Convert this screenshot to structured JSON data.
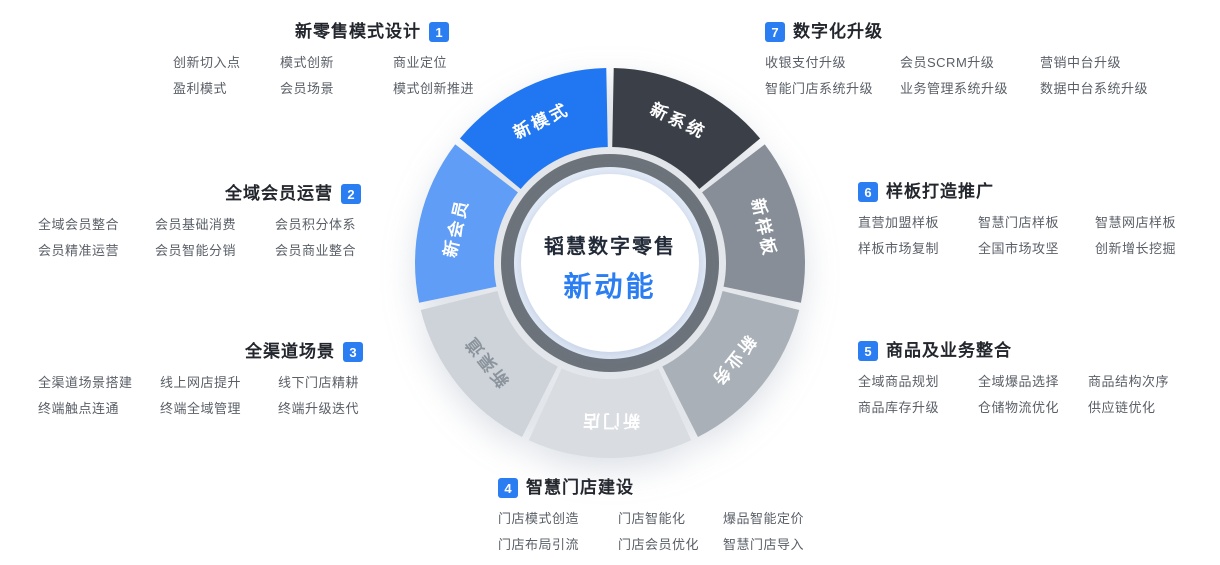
{
  "colors": {
    "accent": "#2b7df2"
  },
  "wheel": {
    "center": {
      "title": "韬慧数字零售",
      "title_color": "#222a38",
      "subtitle": "新动能",
      "subtitle_color": "#2b7df2"
    },
    "ring_color": "#6d737a",
    "halo_color": "#e7eef9",
    "segments": [
      {
        "label": "新系统",
        "color": "#3b4048",
        "label_color": "#ffffff"
      },
      {
        "label": "新样板",
        "color": "#878e97",
        "label_color": "#ffffff"
      },
      {
        "label": "新业务",
        "color": "#a9b0b8",
        "label_color": "#ffffff"
      },
      {
        "label": "新门店",
        "color": "#d9dce0",
        "label_color": "#ffffff"
      },
      {
        "label": "新渠道",
        "color": "#ced3d9",
        "label_color": "#8b939c"
      },
      {
        "label": "新会员",
        "color": "#5f9df6",
        "label_color": "#ffffff"
      },
      {
        "label": "新模式",
        "color": "#2176f1",
        "label_color": "#ffffff"
      }
    ]
  },
  "sections": [
    {
      "number": "1",
      "title": "新零售模式设计",
      "items": [
        "创新切入点",
        "模式创新",
        "商业定位",
        "盈利模式",
        "会员场景",
        "模式创新推进"
      ]
    },
    {
      "number": "2",
      "title": "全域会员运营",
      "items": [
        "全域会员整合",
        "会员基础消费",
        "会员积分体系",
        "会员精准运营",
        "会员智能分销",
        "会员商业整合"
      ]
    },
    {
      "number": "3",
      "title": "全渠道场景",
      "items": [
        "全渠道场景搭建",
        "线上网店提升",
        "线下门店精耕",
        "终端触点连通",
        "终端全域管理",
        "终端升级迭代"
      ]
    },
    {
      "number": "4",
      "title": "智慧门店建设",
      "items": [
        "门店模式创造",
        "门店智能化",
        "爆品智能定价",
        "门店布局引流",
        "门店会员优化",
        "智慧门店导入"
      ]
    },
    {
      "number": "5",
      "title": "商品及业务整合",
      "items": [
        "全域商品规划",
        "全域爆品选择",
        "商品结构次序",
        "商品库存升级",
        "仓储物流优化",
        "供应链优化"
      ]
    },
    {
      "number": "6",
      "title": "样板打造推广",
      "items": [
        "直营加盟样板",
        "智慧门店样板",
        "智慧网店样板",
        "样板市场复制",
        "全国市场攻坚",
        "创新增长挖掘"
      ]
    },
    {
      "number": "7",
      "title": "数字化升级",
      "items": [
        "收银支付升级",
        "会员SCRM升级",
        "营销中台升级",
        "智能门店系统升级",
        "业务管理系统升级",
        "数据中台系统升级"
      ]
    }
  ]
}
